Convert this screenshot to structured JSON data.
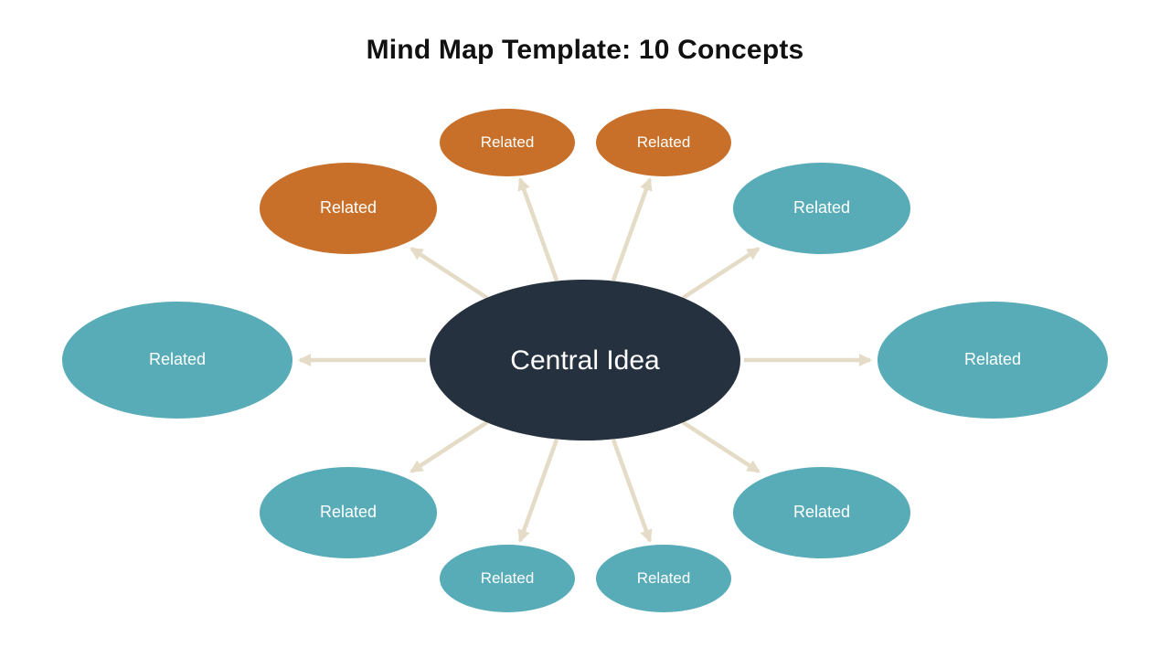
{
  "title": "Mind Map Template: 10 Concepts",
  "central": {
    "label": "Central Idea"
  },
  "nodes": [
    {
      "id": "top-left",
      "label": "Related",
      "color": "orange",
      "size": "medium"
    },
    {
      "id": "top-mid-left",
      "label": "Related",
      "color": "orange",
      "size": "small"
    },
    {
      "id": "top-mid-right",
      "label": "Related",
      "color": "orange",
      "size": "small"
    },
    {
      "id": "top-right",
      "label": "Related",
      "color": "teal",
      "size": "medium"
    },
    {
      "id": "right",
      "label": "Related",
      "color": "teal",
      "size": "large"
    },
    {
      "id": "bottom-right",
      "label": "Related",
      "color": "teal",
      "size": "medium"
    },
    {
      "id": "bottom-mid-right",
      "label": "Related",
      "color": "teal",
      "size": "small"
    },
    {
      "id": "bottom-mid-left",
      "label": "Related",
      "color": "teal",
      "size": "small"
    },
    {
      "id": "bottom-left",
      "label": "Related",
      "color": "teal",
      "size": "medium"
    },
    {
      "id": "left",
      "label": "Related",
      "color": "teal",
      "size": "large"
    }
  ],
  "colors": {
    "background": "#ffffff",
    "title_text": "#111111",
    "central_fill": "#263140",
    "teal_fill": "#58acb8",
    "orange_fill": "#c8702a",
    "connector": "#e4dcc6",
    "node_text": "#ffffff"
  }
}
